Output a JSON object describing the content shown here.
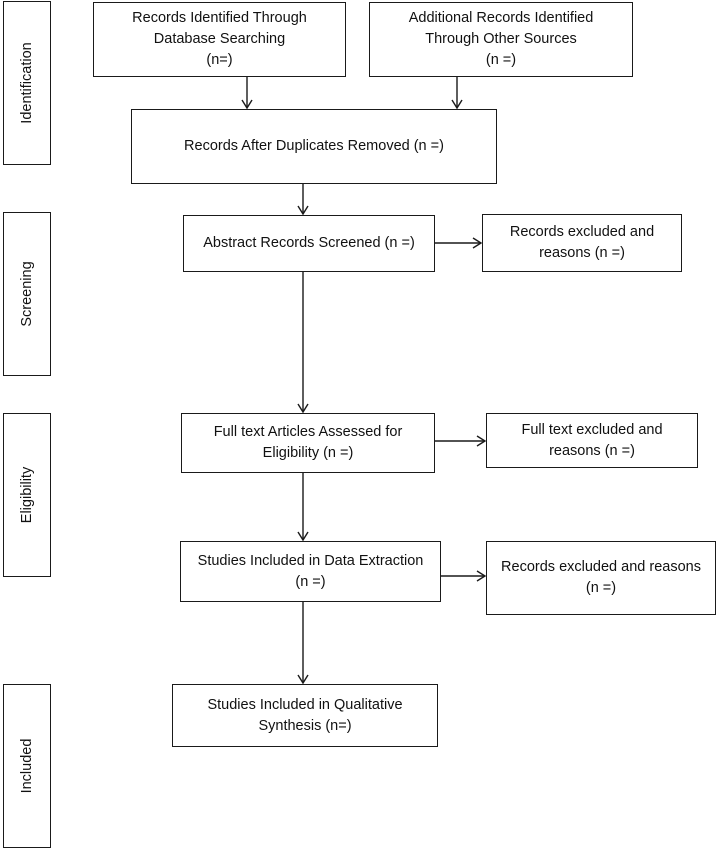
{
  "stages": {
    "identification": "Identification",
    "screening": "Screening",
    "eligibility": "Eligibility",
    "included": "Included"
  },
  "boxes": {
    "database_search": [
      "Records Identified Through",
      "Database Searching",
      "(n=)"
    ],
    "other_sources": [
      "Additional Records Identified",
      "Through Other Sources",
      "(n =)"
    ],
    "duplicates_removed": [
      "Records After Duplicates Removed (n =)"
    ],
    "abstracts_screened": [
      "Abstract Records Screened (n =)"
    ],
    "records_excluded": [
      "Records excluded and",
      "reasons (n =)"
    ],
    "fulltext_assessed": [
      "Full text Articles Assessed for",
      "Eligibility (n =)"
    ],
    "fulltext_excluded": [
      "Full text excluded and",
      "reasons (n =)"
    ],
    "data_extraction": [
      "Studies Included in Data Extraction",
      "(n =)"
    ],
    "extraction_excluded": [
      "Records excluded and reasons",
      "(n =)"
    ],
    "qualitative_synthesis": [
      "Studies Included in Qualitative",
      "Synthesis (n=)"
    ]
  }
}
